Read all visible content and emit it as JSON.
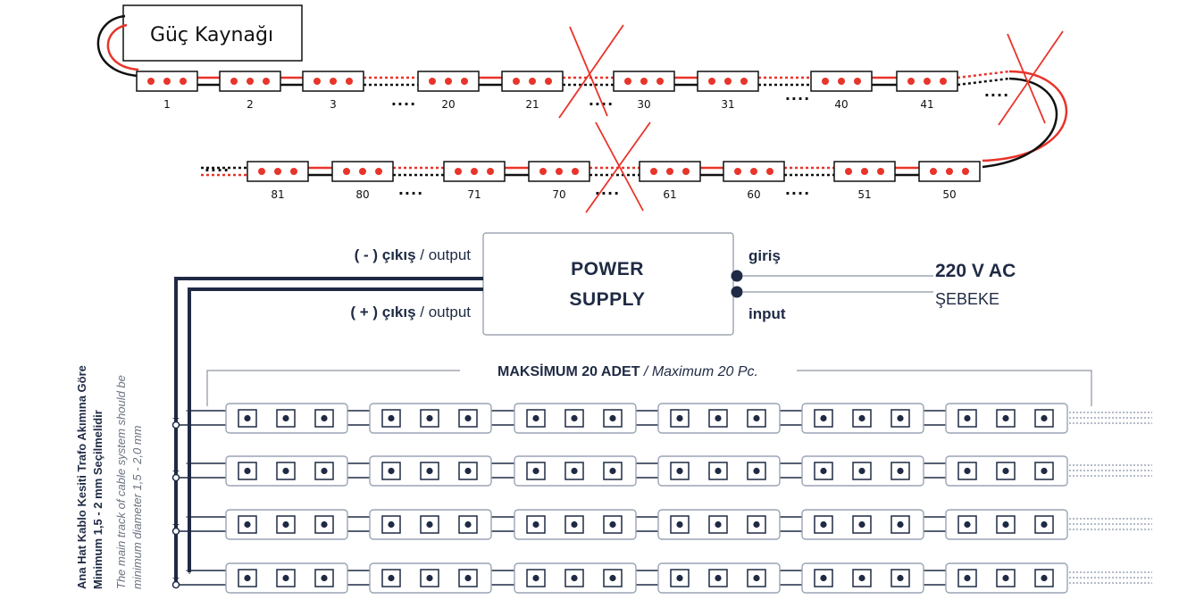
{
  "top_diagram": {
    "power_source_label": "Güç Kaynağı",
    "row1_labels": [
      "1",
      "2",
      "3",
      "20",
      "21",
      "30",
      "31",
      "40",
      "41"
    ],
    "row2_labels": [
      "81",
      "80",
      "71",
      "70",
      "61",
      "60",
      "51",
      "50"
    ],
    "ellipsis": "....",
    "colors": {
      "led": "#e8342a",
      "wire_red": "#e8342a",
      "wire_black": "#111111",
      "cross": "#e8342a"
    }
  },
  "power_supply": {
    "title_line1": "POWER",
    "title_line2": "SUPPLY",
    "out_minus_bold": "( - ) çıkış",
    "out_minus_rest": " / output",
    "out_plus_bold": "( + ) çıkış",
    "out_plus_rest": " / output",
    "input_tr": "giriş",
    "input_en": "input",
    "mains_voltage": "220 V  AC",
    "mains_label": "ŞEBEKE"
  },
  "module_grid": {
    "max_bold": "MAKSİMUM 20 ADET",
    "max_sep": " / ",
    "max_italic": "Maximum 20 Pc.",
    "rows": 4,
    "modules_per_row": 6,
    "leds_per_module": 3,
    "plus_sign": "+",
    "minus_sign": "−",
    "colors": {
      "wire": "#1f2a44",
      "module_border": "#9aa3b5"
    }
  },
  "side_note": {
    "line1": "Ana Hat Kablo Kesiti Trafo Akımına Göre",
    "line2": "Minimum 1,5 - 2 mm Seçilmelidir",
    "line3": "The main track of cable system should be",
    "line4": "minimum diameter 1,5 - 2,0 mm"
  }
}
